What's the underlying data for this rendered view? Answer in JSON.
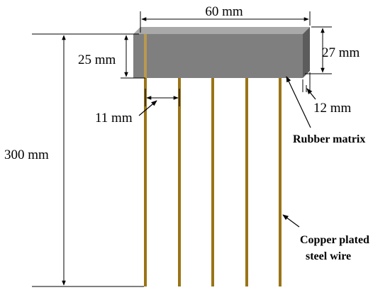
{
  "diagram": {
    "labels": {
      "width": "60 mm",
      "embed_depth": "25 mm",
      "height": "27 mm",
      "thickness": "12 mm",
      "spacing": "11 mm",
      "wire_length": "300 mm",
      "matrix": "Rubber matrix",
      "wire_line1": "Copper plated",
      "wire_line2": "steel wire"
    },
    "colors": {
      "block_front": "#7f7f7f",
      "block_top": "#a9a9a9",
      "block_side": "#5c5c5c",
      "wire": "#9a7417",
      "wire_highlight": "#c9a043",
      "line": "#000000"
    }
  }
}
